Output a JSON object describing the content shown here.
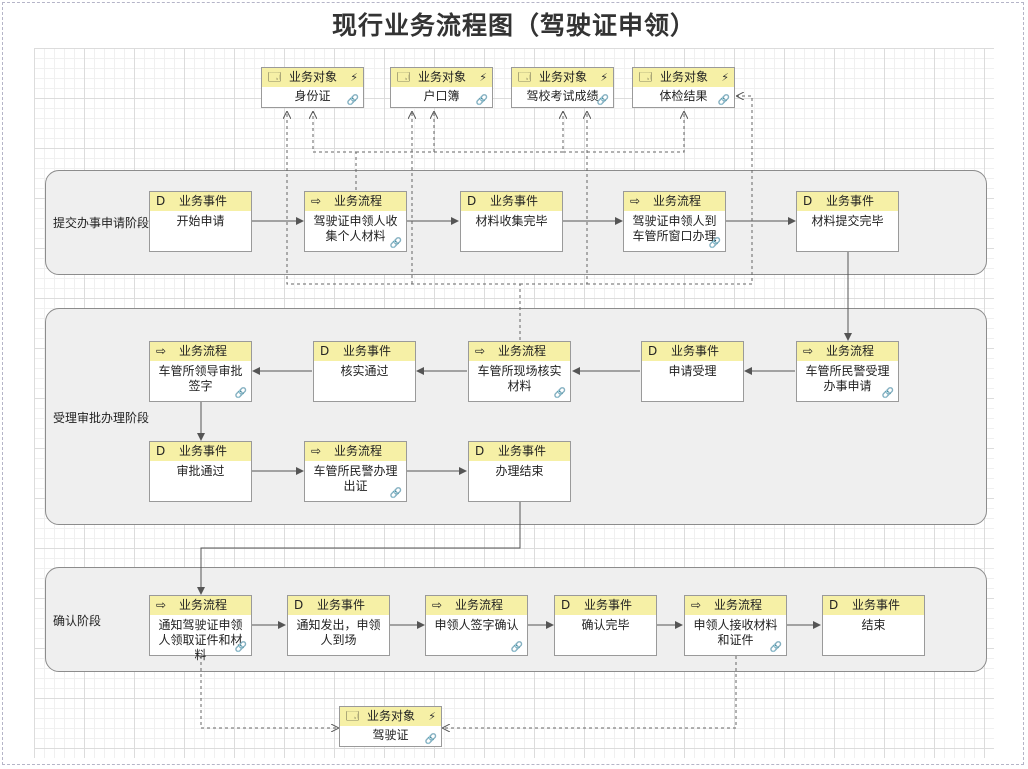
{
  "title": "现行业务流程图（驾驶证申领）",
  "lanes": [
    {
      "label": "提交办事申请阶段"
    },
    {
      "label": "受理审批办理阶段"
    },
    {
      "label": "确认阶段"
    }
  ],
  "objects": [
    {
      "type": "业务对象",
      "label": "身份证"
    },
    {
      "type": "业务对象",
      "label": "户口簿"
    },
    {
      "type": "业务对象",
      "label": "驾校考试成绩"
    },
    {
      "type": "业务对象",
      "label": "体检结果"
    },
    {
      "type": "业务对象",
      "label": "驾驶证"
    }
  ],
  "nodes": [
    {
      "type": "业务事件",
      "label": "开始申请"
    },
    {
      "type": "业务流程",
      "label": "驾驶证申领人收集个人材料"
    },
    {
      "type": "业务事件",
      "label": "材料收集完毕"
    },
    {
      "type": "业务流程",
      "label": "驾驶证申领人到车管所窗口办理"
    },
    {
      "type": "业务事件",
      "label": "材料提交完毕"
    },
    {
      "type": "业务流程",
      "label": "车管所领导审批签字"
    },
    {
      "type": "业务事件",
      "label": "核实通过"
    },
    {
      "type": "业务流程",
      "label": "车管所现场核实材料"
    },
    {
      "type": "业务事件",
      "label": "申请受理"
    },
    {
      "type": "业务流程",
      "label": "车管所民警受理办事申请"
    },
    {
      "type": "业务事件",
      "label": "审批通过"
    },
    {
      "type": "业务流程",
      "label": "车管所民警办理出证"
    },
    {
      "type": "业务事件",
      "label": "办理结束"
    },
    {
      "type": "业务流程",
      "label": "通知驾驶证申领人领取证件和材料"
    },
    {
      "type": "业务事件",
      "label": "通知发出，申领人到场"
    },
    {
      "type": "业务流程",
      "label": "申领人签字确认"
    },
    {
      "type": "业务事件",
      "label": "确认完毕"
    },
    {
      "type": "业务流程",
      "label": "申领人接收材料和证件"
    },
    {
      "type": "业务事件",
      "label": "结束"
    }
  ],
  "icons": {
    "event": "event-d-icon",
    "process": "arrow-right-icon",
    "object": "object-box-icon",
    "bolt": "bolt-icon",
    "link": "link-icon"
  }
}
